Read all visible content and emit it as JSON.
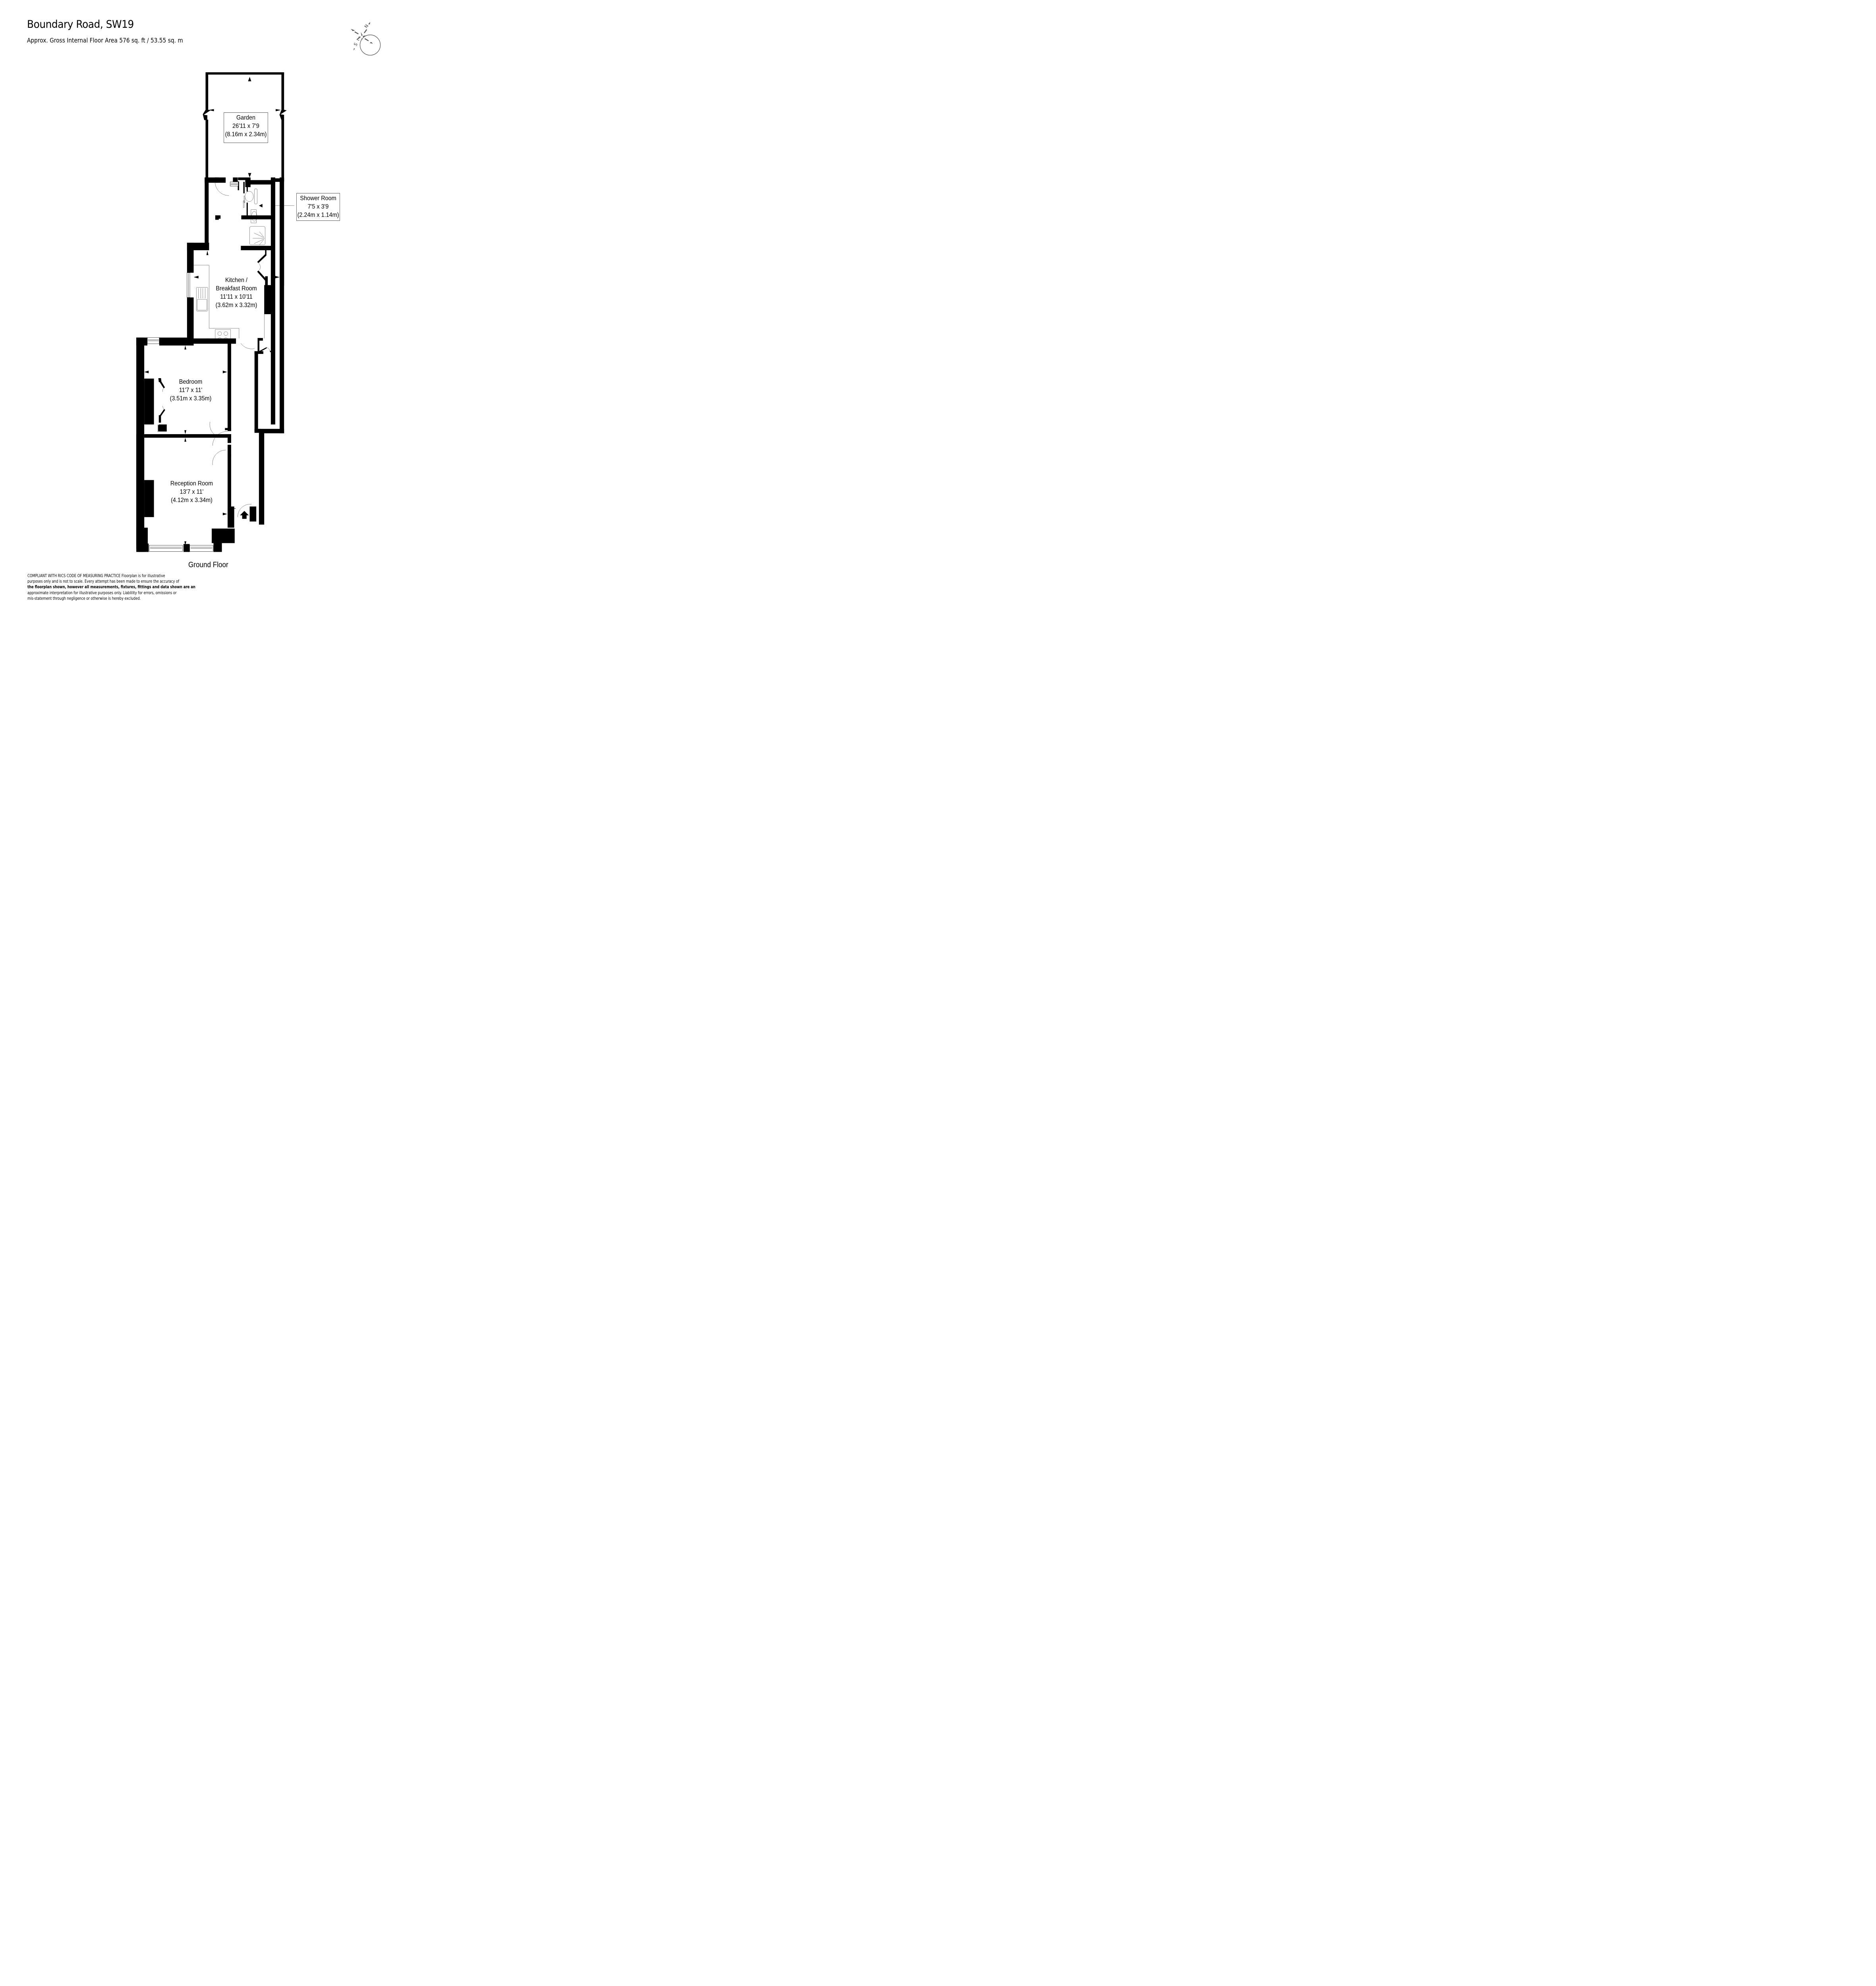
{
  "header": {
    "title": "Boundary Road, SW19",
    "subtitle": "Approx. Gross Internal Floor Area 576 sq. ft / 53.55 sq. m"
  },
  "compass": {
    "icon": "compass-rose-icon",
    "north_label": "N",
    "south_label": "S",
    "color": "#58585a"
  },
  "rooms": [
    {
      "name": "Garden",
      "imperial": "26'11 x 7'9",
      "metric": "(8.16m x 2.34m)"
    },
    {
      "name": "Shower Room",
      "imperial": "7'5 x 3'9",
      "metric": "(2.24m x 1.14m)"
    },
    {
      "name_line1": "Kitchen /",
      "name_line2": "Breakfast Room",
      "imperial": "11'11 x 10'11",
      "metric": "(3.62m x 3.32m)"
    },
    {
      "name": "Bedroom",
      "imperial": "11'7 x 11'",
      "metric": "(3.51m x 3.35m)"
    },
    {
      "name": "Reception Room",
      "imperial": "13'7 x 11'",
      "metric": "(4.12m x 3.34m)"
    }
  ],
  "floor_label": "Ground Floor",
  "disclaimer": {
    "line1": "COMPLIANT WITH RICS CODE OF MEASURING PRACTICE  Floorplan is for illustrative",
    "line2": "purposes only and is not to scale. Every attempt has been made to ensure the accuracy of",
    "line3": "the floorplan shown, however all measurements, fixtures, fittings and data shown are an",
    "line4": "approximate interpretation for illustrative purposes only. Liablility for errors, omissions or",
    "line5": "mis-statement through negligence or otherwise is hereby excluded."
  },
  "colors": {
    "wall": "#000000",
    "background": "#ffffff",
    "compass": "#58585a",
    "label_border": "#555555"
  }
}
